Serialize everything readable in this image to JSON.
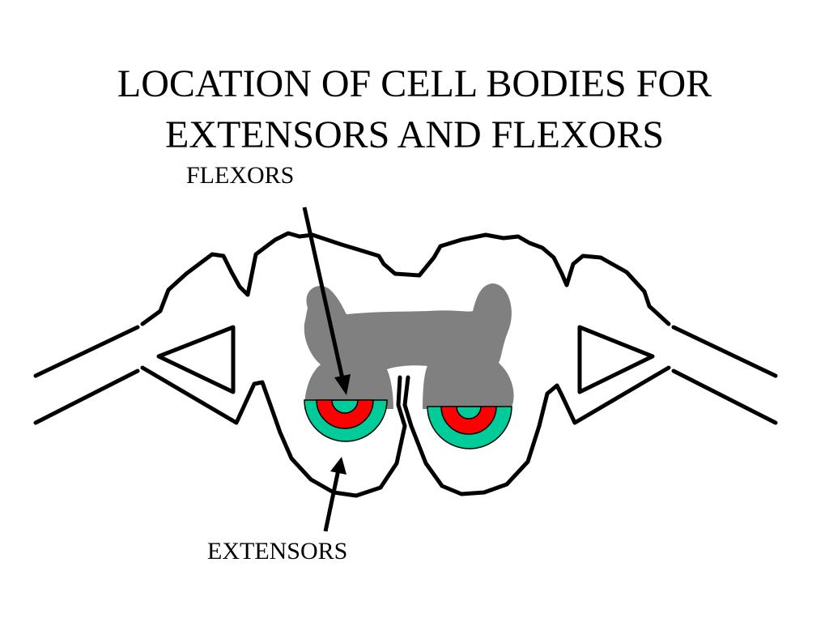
{
  "title": {
    "line1": "LOCATION OF CELL BODIES FOR",
    "line2": "EXTENSORS AND FLEXORS"
  },
  "labels": {
    "flexors": "FLEXORS",
    "extensors": "EXTENSORS"
  },
  "colors": {
    "gray_matter": "#808080",
    "flexor_region": "#ff0000",
    "extensor_region": "#00cc99",
    "outline": "#000000"
  }
}
